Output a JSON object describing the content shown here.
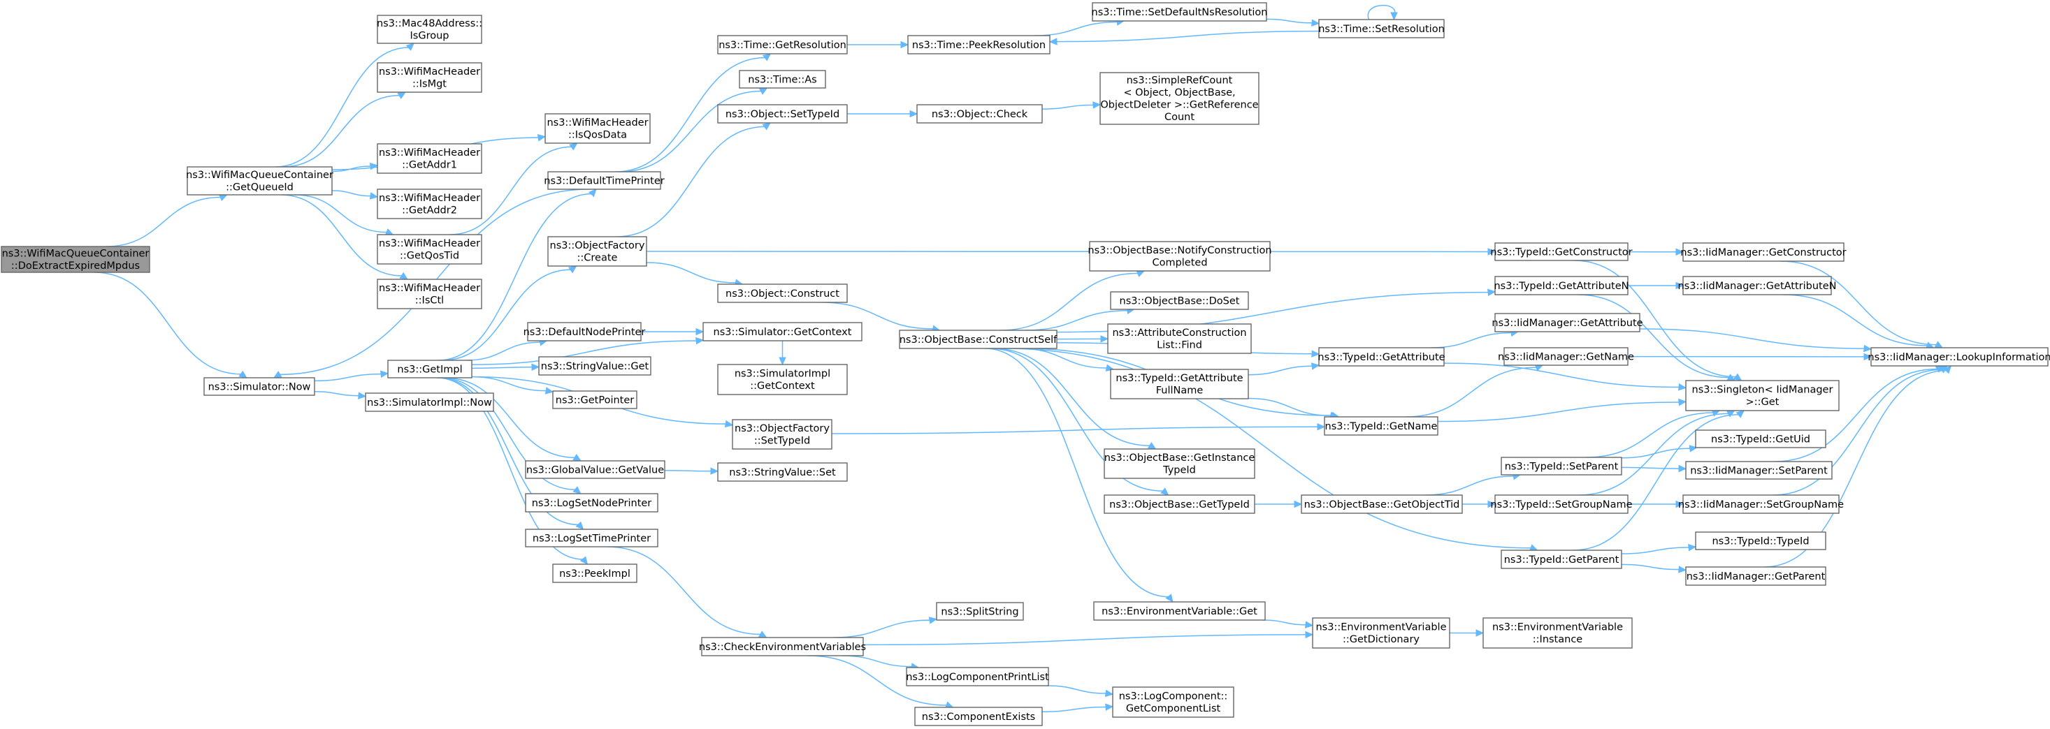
{
  "graph": {
    "colors": {
      "edge": "#63b8ff",
      "node_border": "#666666",
      "root_fill": "#999999",
      "node_fill": "#ffffff"
    },
    "nodes": [
      {
        "id": "root",
        "lines": [
          "ns3::WifiMacQueueContainer",
          "::DoExtractExpiredMpdus"
        ]
      },
      {
        "id": "getQueueId",
        "lines": [
          "ns3::WifiMacQueueContainer",
          "::GetQueueId"
        ]
      },
      {
        "id": "simNow",
        "lines": [
          "ns3::Simulator::Now"
        ]
      },
      {
        "id": "isGroup",
        "lines": [
          "ns3::Mac48Address::",
          "IsGroup"
        ]
      },
      {
        "id": "isMgt",
        "lines": [
          "ns3::WifiMacHeader",
          "::IsMgt"
        ]
      },
      {
        "id": "isQosData",
        "lines": [
          "ns3::WifiMacHeader",
          "::IsQosData"
        ]
      },
      {
        "id": "getAddr1",
        "lines": [
          "ns3::WifiMacHeader",
          "::GetAddr1"
        ]
      },
      {
        "id": "getAddr2",
        "lines": [
          "ns3::WifiMacHeader",
          "::GetAddr2"
        ]
      },
      {
        "id": "getQosTid",
        "lines": [
          "ns3::WifiMacHeader",
          "::GetQosTid"
        ]
      },
      {
        "id": "isCtl",
        "lines": [
          "ns3::WifiMacHeader",
          "::IsCtl"
        ]
      },
      {
        "id": "getImpl",
        "lines": [
          "ns3::GetImpl"
        ]
      },
      {
        "id": "simImplNow",
        "lines": [
          "ns3::SimulatorImpl::Now"
        ]
      },
      {
        "id": "defaultTimePrinter",
        "lines": [
          "ns3::DefaultTimePrinter"
        ]
      },
      {
        "id": "objFactoryCreate",
        "lines": [
          "ns3::ObjectFactory",
          "::Create"
        ]
      },
      {
        "id": "defaultNodePrinter",
        "lines": [
          "ns3::DefaultNodePrinter"
        ]
      },
      {
        "id": "stringValueGet",
        "lines": [
          "ns3::StringValue::Get"
        ]
      },
      {
        "id": "getPointer",
        "lines": [
          "ns3::GetPointer"
        ]
      },
      {
        "id": "globalValueGetValue",
        "lines": [
          "ns3::GlobalValue::GetValue"
        ]
      },
      {
        "id": "logSetNodePrinter",
        "lines": [
          "ns3::LogSetNodePrinter"
        ]
      },
      {
        "id": "logSetTimePrinter",
        "lines": [
          "ns3::LogSetTimePrinter"
        ]
      },
      {
        "id": "peekImpl",
        "lines": [
          "ns3::PeekImpl"
        ]
      },
      {
        "id": "timeGetResolution",
        "lines": [
          "ns3::Time::GetResolution"
        ]
      },
      {
        "id": "timeAs",
        "lines": [
          "ns3::Time::As"
        ]
      },
      {
        "id": "objectSetTypeId",
        "lines": [
          "ns3::Object::SetTypeId"
        ]
      },
      {
        "id": "objectConstruct",
        "lines": [
          "ns3::Object::Construct"
        ]
      },
      {
        "id": "simGetContext",
        "lines": [
          "ns3::Simulator::GetContext"
        ]
      },
      {
        "id": "simImplGetContext",
        "lines": [
          "ns3::SimulatorImpl",
          "::GetContext"
        ]
      },
      {
        "id": "objFactorySetTypeId",
        "lines": [
          "ns3::ObjectFactory",
          "::SetTypeId"
        ]
      },
      {
        "id": "stringValueSet",
        "lines": [
          "ns3::StringValue::Set"
        ]
      },
      {
        "id": "checkEnvVars",
        "lines": [
          "ns3::CheckEnvironmentVariables"
        ]
      },
      {
        "id": "timePeekResolution",
        "lines": [
          "ns3::Time::PeekResolution"
        ]
      },
      {
        "id": "objectCheck",
        "lines": [
          "ns3::Object::Check"
        ]
      },
      {
        "id": "constructSelf",
        "lines": [
          "ns3::ObjectBase::ConstructSelf"
        ]
      },
      {
        "id": "splitString",
        "lines": [
          "ns3::SplitString"
        ]
      },
      {
        "id": "logComponentPrintList",
        "lines": [
          "ns3::LogComponentPrintList"
        ]
      },
      {
        "id": "componentExists",
        "lines": [
          "ns3::ComponentExists"
        ]
      },
      {
        "id": "setDefaultNsResolution",
        "lines": [
          "ns3::Time::SetDefaultNsResolution"
        ]
      },
      {
        "id": "timeSetResolution",
        "lines": [
          "ns3::Time::SetResolution"
        ]
      },
      {
        "id": "simpleRefCount",
        "lines": [
          "ns3::SimpleRefCount",
          "< Object, ObjectBase,",
          "ObjectDeleter >::GetReference",
          "Count"
        ]
      },
      {
        "id": "notifyConstructionCompleted",
        "lines": [
          "ns3::ObjectBase::NotifyConstruction",
          "Completed"
        ]
      },
      {
        "id": "doSet",
        "lines": [
          "ns3::ObjectBase::DoSet"
        ]
      },
      {
        "id": "attrConstructionListFind",
        "lines": [
          "ns3::AttributeConstruction",
          "List::Find"
        ]
      },
      {
        "id": "getAttributeFullName",
        "lines": [
          "ns3::TypeId::GetAttribute",
          "FullName"
        ]
      },
      {
        "id": "getInstanceTypeId",
        "lines": [
          "ns3::ObjectBase::GetInstance",
          "TypeId"
        ]
      },
      {
        "id": "objectBaseGetTypeId",
        "lines": [
          "ns3::ObjectBase::GetTypeId"
        ]
      },
      {
        "id": "envVarGet",
        "lines": [
          "ns3::EnvironmentVariable::Get"
        ]
      },
      {
        "id": "typeIdGetAttribute",
        "lines": [
          "ns3::TypeId::GetAttribute"
        ]
      },
      {
        "id": "typeIdGetName",
        "lines": [
          "ns3::TypeId::GetName"
        ]
      },
      {
        "id": "getObjectTid",
        "lines": [
          "ns3::ObjectBase::GetObjectTid"
        ]
      },
      {
        "id": "envVarGetDictionary",
        "lines": [
          "ns3::EnvironmentVariable",
          "::GetDictionary"
        ]
      },
      {
        "id": "logComponentGetList",
        "lines": [
          "ns3::LogComponent::",
          "GetComponentList"
        ]
      },
      {
        "id": "typeIdGetConstructor",
        "lines": [
          "ns3::TypeId::GetConstructor"
        ]
      },
      {
        "id": "typeIdGetAttributeN",
        "lines": [
          "ns3::TypeId::GetAttributeN"
        ]
      },
      {
        "id": "iidGetAttribute",
        "lines": [
          "ns3::IidManager::GetAttribute"
        ]
      },
      {
        "id": "iidGetName",
        "lines": [
          "ns3::IidManager::GetName"
        ]
      },
      {
        "id": "typeIdSetParent",
        "lines": [
          "ns3::TypeId::SetParent"
        ]
      },
      {
        "id": "typeIdSetGroupName",
        "lines": [
          "ns3::TypeId::SetGroupName"
        ]
      },
      {
        "id": "typeIdGetParent",
        "lines": [
          "ns3::TypeId::GetParent"
        ]
      },
      {
        "id": "envVarInstance",
        "lines": [
          "ns3::EnvironmentVariable",
          "::Instance"
        ]
      },
      {
        "id": "iidGetConstructor",
        "lines": [
          "ns3::IidManager::GetConstructor"
        ]
      },
      {
        "id": "iidGetAttributeN",
        "lines": [
          "ns3::IidManager::GetAttributeN"
        ]
      },
      {
        "id": "singletonGet",
        "lines": [
          "ns3::Singleton< IidManager",
          ">::Get"
        ]
      },
      {
        "id": "typeIdGetUid",
        "lines": [
          "ns3::TypeId::GetUid"
        ]
      },
      {
        "id": "iidSetParent",
        "lines": [
          "ns3::IidManager::SetParent"
        ]
      },
      {
        "id": "iidSetGroupName",
        "lines": [
          "ns3::IidManager::SetGroupName"
        ]
      },
      {
        "id": "typeIdTypeId",
        "lines": [
          "ns3::TypeId::TypeId"
        ]
      },
      {
        "id": "iidGetParent",
        "lines": [
          "ns3::IidManager::GetParent"
        ]
      },
      {
        "id": "lookupInformation",
        "lines": [
          "ns3::IidManager::LookupInformation"
        ]
      }
    ],
    "edges": [
      [
        "root",
        "getQueueId"
      ],
      [
        "root",
        "simNow"
      ],
      [
        "getQueueId",
        "isGroup"
      ],
      [
        "getQueueId",
        "isMgt"
      ],
      [
        "getQueueId",
        "isQosData"
      ],
      [
        "getQueueId",
        "getAddr1"
      ],
      [
        "getQueueId",
        "getAddr2"
      ],
      [
        "getQueueId",
        "getQosTid"
      ],
      [
        "getQueueId",
        "isCtl"
      ],
      [
        "getQosTid",
        "isQosData"
      ],
      [
        "simNow",
        "getImpl"
      ],
      [
        "simNow",
        "simImplNow"
      ],
      [
        "getImpl",
        "defaultTimePrinter"
      ],
      [
        "getImpl",
        "objFactoryCreate"
      ],
      [
        "getImpl",
        "defaultNodePrinter"
      ],
      [
        "getImpl",
        "stringValueGet"
      ],
      [
        "getImpl",
        "getPointer"
      ],
      [
        "getImpl",
        "globalValueGetValue"
      ],
      [
        "getImpl",
        "logSetNodePrinter"
      ],
      [
        "getImpl",
        "logSetTimePrinter"
      ],
      [
        "getImpl",
        "peekImpl"
      ],
      [
        "getImpl",
        "simGetContext"
      ],
      [
        "getImpl",
        "objFactorySetTypeId"
      ],
      [
        "defaultTimePrinter",
        "simNow"
      ],
      [
        "defaultTimePrinter",
        "timeGetResolution"
      ],
      [
        "defaultTimePrinter",
        "timeAs"
      ],
      [
        "defaultNodePrinter",
        "simGetContext"
      ],
      [
        "objFactoryCreate",
        "objectSetTypeId"
      ],
      [
        "objFactoryCreate",
        "objectConstruct"
      ],
      [
        "objFactoryCreate",
        "typeIdGetConstructor"
      ],
      [
        "objectSetTypeId",
        "objectCheck"
      ],
      [
        "objectCheck",
        "simpleRefCount"
      ],
      [
        "objectConstruct",
        "constructSelf"
      ],
      [
        "simGetContext",
        "simImplGetContext"
      ],
      [
        "globalValueGetValue",
        "stringValueSet"
      ],
      [
        "logSetTimePrinter",
        "checkEnvVars"
      ],
      [
        "objFactorySetTypeId",
        "typeIdGetName"
      ],
      [
        "timeGetResolution",
        "timePeekResolution"
      ],
      [
        "timePeekResolution",
        "setDefaultNsResolution"
      ],
      [
        "setDefaultNsResolution",
        "timeSetResolution"
      ],
      [
        "timeSetResolution",
        "timePeekResolution"
      ],
      [
        "timeSetResolution",
        "timeSetResolution"
      ],
      [
        "checkEnvVars",
        "splitString"
      ],
      [
        "checkEnvVars",
        "logComponentPrintList"
      ],
      [
        "checkEnvVars",
        "componentExists"
      ],
      [
        "checkEnvVars",
        "envVarGetDictionary"
      ],
      [
        "logComponentPrintList",
        "logComponentGetList"
      ],
      [
        "componentExists",
        "logComponentGetList"
      ],
      [
        "constructSelf",
        "notifyConstructionCompleted"
      ],
      [
        "constructSelf",
        "doSet"
      ],
      [
        "constructSelf",
        "attrConstructionListFind"
      ],
      [
        "constructSelf",
        "getAttributeFullName"
      ],
      [
        "constructSelf",
        "getInstanceTypeId"
      ],
      [
        "constructSelf",
        "objectBaseGetTypeId"
      ],
      [
        "constructSelf",
        "envVarGet"
      ],
      [
        "constructSelf",
        "typeIdGetAttribute"
      ],
      [
        "constructSelf",
        "typeIdGetName"
      ],
      [
        "constructSelf",
        "typeIdGetAttributeN"
      ],
      [
        "constructSelf",
        "typeIdGetParent"
      ],
      [
        "getAttributeFullName",
        "typeIdGetAttribute"
      ],
      [
        "getAttributeFullName",
        "typeIdGetName"
      ],
      [
        "objectBaseGetTypeId",
        "getObjectTid"
      ],
      [
        "getObjectTid",
        "typeIdSetParent"
      ],
      [
        "getObjectTid",
        "typeIdSetGroupName"
      ],
      [
        "envVarGet",
        "envVarGetDictionary"
      ],
      [
        "envVarGetDictionary",
        "envVarInstance"
      ],
      [
        "typeIdGetAttribute",
        "iidGetAttribute"
      ],
      [
        "typeIdGetAttribute",
        "singletonGet"
      ],
      [
        "typeIdGetName",
        "iidGetName"
      ],
      [
        "typeIdGetName",
        "singletonGet"
      ],
      [
        "typeIdGetConstructor",
        "iidGetConstructor"
      ],
      [
        "typeIdGetConstructor",
        "singletonGet"
      ],
      [
        "typeIdGetAttributeN",
        "iidGetAttributeN"
      ],
      [
        "typeIdGetAttributeN",
        "singletonGet"
      ],
      [
        "typeIdSetParent",
        "typeIdGetUid"
      ],
      [
        "typeIdSetParent",
        "iidSetParent"
      ],
      [
        "typeIdSetParent",
        "singletonGet"
      ],
      [
        "typeIdSetGroupName",
        "iidSetGroupName"
      ],
      [
        "typeIdSetGroupName",
        "singletonGet"
      ],
      [
        "typeIdGetParent",
        "typeIdTypeId"
      ],
      [
        "typeIdGetParent",
        "iidGetParent"
      ],
      [
        "typeIdGetParent",
        "singletonGet"
      ],
      [
        "iidGetAttribute",
        "lookupInformation"
      ],
      [
        "iidGetName",
        "lookupInformation"
      ],
      [
        "iidGetConstructor",
        "lookupInformation"
      ],
      [
        "iidGetAttributeN",
        "lookupInformation"
      ],
      [
        "iidSetParent",
        "lookupInformation"
      ],
      [
        "iidSetGroupName",
        "lookupInformation"
      ],
      [
        "iidGetParent",
        "lookupInformation"
      ]
    ]
  }
}
